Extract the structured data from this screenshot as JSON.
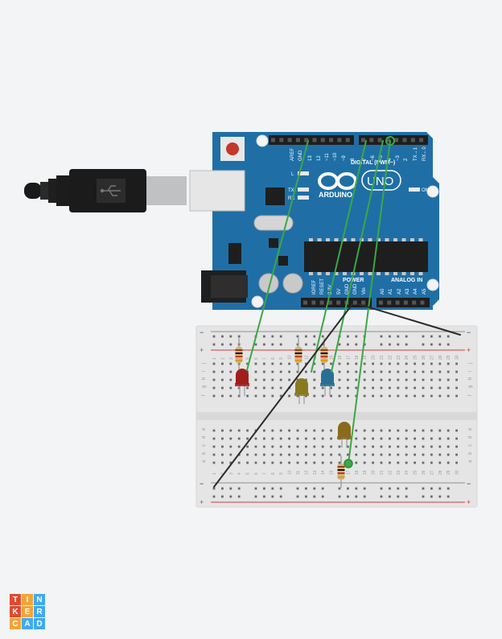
{
  "board": {
    "brand": "ARDUINO",
    "model": "UNO",
    "digital_label": "DIGITAL (PWM~)",
    "power_label": "POWER",
    "analog_label": "ANALOG IN",
    "on_label": "ON",
    "tx_label": "TX",
    "rx_label": "RX",
    "l_label": "L",
    "top_pins": [
      "AREF",
      "GND",
      "13",
      "12",
      "~11",
      "~10",
      "~9",
      "8",
      "7",
      "~6",
      "~5",
      "4",
      "~3",
      "2",
      "TX→1",
      "RX←0"
    ],
    "power_pins": [
      "IOREF",
      "RESET",
      "3.3V",
      "5V",
      "GND",
      "GND",
      "Vin"
    ],
    "analog_pins": [
      "A0",
      "A1",
      "A2",
      "A3",
      "A4",
      "A5"
    ]
  },
  "breadboard": {
    "columns": [
      "1",
      "2",
      "3",
      "4",
      "5",
      "6",
      "7",
      "8",
      "9",
      "10",
      "11",
      "12",
      "13",
      "14",
      "15",
      "16",
      "17",
      "18",
      "19",
      "20",
      "21",
      "22",
      "23",
      "24",
      "25",
      "26",
      "27",
      "28",
      "29",
      "30"
    ],
    "rows_top": [
      "j",
      "i",
      "h",
      "g",
      "f"
    ],
    "rows_bottom": [
      "e",
      "d",
      "c",
      "b",
      "a"
    ],
    "rail_minus": "−",
    "rail_plus": "+"
  },
  "logo": {
    "letters": [
      "T",
      "I",
      "N",
      "K",
      "E",
      "R",
      "C",
      "A",
      "D"
    ],
    "colors": [
      "#e2492f",
      "#f2a33a",
      "#3fa9f5",
      "#e2492f",
      "#f2a33a",
      "#3fa9f5",
      "#f2a33a",
      "#3fa9f5",
      "#3fa9f5"
    ]
  },
  "components": {
    "leds": [
      {
        "name": "red-led",
        "color": "#a41d1d"
      },
      {
        "name": "yellow-led",
        "color": "#8a7a1e"
      },
      {
        "name": "blue-led",
        "color": "#2a6f93"
      },
      {
        "name": "amber-led",
        "color": "#8a6a1e"
      }
    ],
    "wire_colors": {
      "signal": "#3aa845",
      "ground": "#2b2b2b"
    }
  }
}
